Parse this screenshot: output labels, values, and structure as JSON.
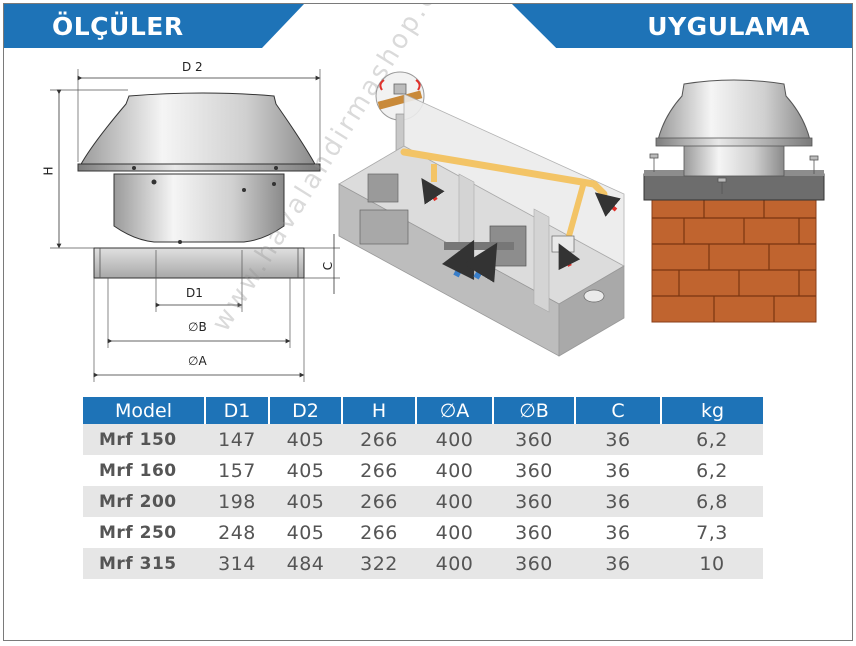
{
  "header": {
    "left_title": "ÖLÇÜLER",
    "right_title": "UYGULAMA"
  },
  "colors": {
    "accent": "#1e73b7",
    "row_shade": "#e6e6e6",
    "brick": "#c0642f",
    "duct": "#f3c466"
  },
  "diagram": {
    "d2_label": "D 2",
    "h_label": "H",
    "c_label": "C",
    "d1_label": "D1",
    "b_label": "B",
    "a_label": "A",
    "diameter_symbol": "∅"
  },
  "watermark": "www.havalandirmashop.com",
  "table": {
    "headers": [
      "Model",
      "D1",
      "D2",
      "H",
      "∅A",
      "∅B",
      "C",
      "kg"
    ],
    "rows": [
      [
        "Mrf 150",
        "147",
        "405",
        "266",
        "400",
        "360",
        "36",
        "6,2"
      ],
      [
        "Mrf 160",
        "157",
        "405",
        "266",
        "400",
        "360",
        "36",
        "6,2"
      ],
      [
        "Mrf 200",
        "198",
        "405",
        "266",
        "400",
        "360",
        "36",
        "6,8"
      ],
      [
        "Mrf 250",
        "248",
        "405",
        "266",
        "400",
        "360",
        "36",
        "7,3"
      ],
      [
        "Mrf 315",
        "314",
        "484",
        "322",
        "400",
        "360",
        "36",
        "10"
      ]
    ]
  }
}
